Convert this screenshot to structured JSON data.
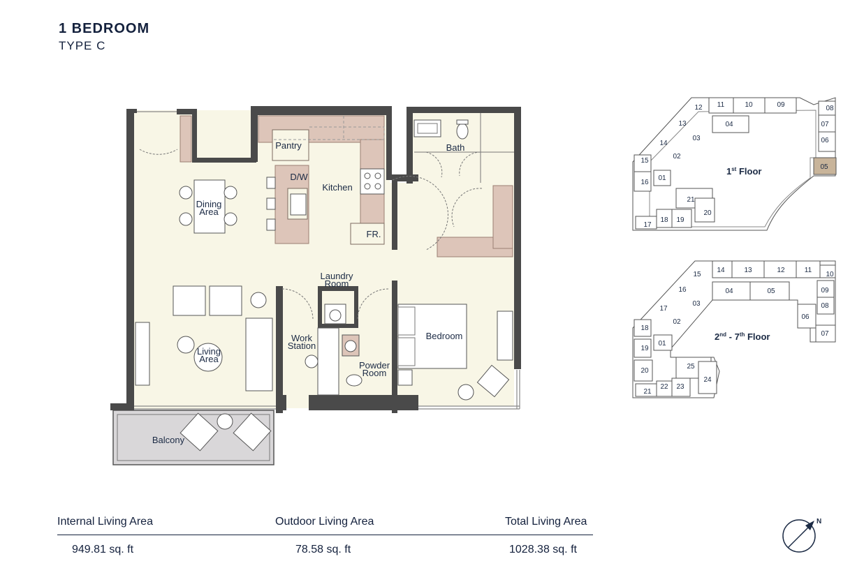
{
  "header": {
    "title": "1 BEDROOM",
    "subtitle": "TYPE C"
  },
  "rooms": {
    "pantry": "Pantry",
    "dw": "D/W",
    "kitchen": "Kitchen",
    "fridge": "FR.",
    "bath": "Bath",
    "dining": [
      "Dining",
      "Area"
    ],
    "laundry": [
      "Laundry",
      "Room"
    ],
    "work": [
      "Work",
      "Station"
    ],
    "powder": [
      "Powder",
      "Room"
    ],
    "bedroom": "Bedroom",
    "living": [
      "Living",
      "Area"
    ],
    "balcony": "Balcony"
  },
  "key_plans": {
    "floor1": {
      "label": "1st Floor",
      "label_main": "1",
      "label_sup": "st",
      "label_rest": " Floor",
      "highlighted_unit": "05",
      "units": [
        "01",
        "02",
        "03",
        "04",
        "05",
        "06",
        "07",
        "08",
        "09",
        "10",
        "11",
        "12",
        "13",
        "14",
        "15",
        "16",
        "17",
        "18",
        "19",
        "20",
        "21"
      ]
    },
    "floor2": {
      "label_a": "2",
      "label_a_sup": "nd",
      "label_mid": " - 7",
      "label_b_sup": "th",
      "label_rest": " Floor",
      "units": [
        "01",
        "02",
        "03",
        "04",
        "05",
        "06",
        "07",
        "08",
        "09",
        "10",
        "11",
        "12",
        "13",
        "14",
        "15",
        "16",
        "17",
        "18",
        "19",
        "20",
        "21",
        "22",
        "23",
        "24",
        "25"
      ]
    }
  },
  "areas": {
    "internal_label": "Internal Living Area",
    "internal_value": "949.81 sq. ft",
    "outdoor_label": "Outdoor Living Area",
    "outdoor_value": "78.58 sq. ft",
    "total_label": "Total Living Area",
    "total_value": "1028.38 sq. ft"
  },
  "compass": {
    "label": "N"
  },
  "colors": {
    "floor": "#f8f6e6",
    "wall": "#4a4a4a",
    "cabinet": "#ddc5b9",
    "balcony": "#d9d7d9",
    "text": "#14213d",
    "highlight": "#c8b49a"
  }
}
